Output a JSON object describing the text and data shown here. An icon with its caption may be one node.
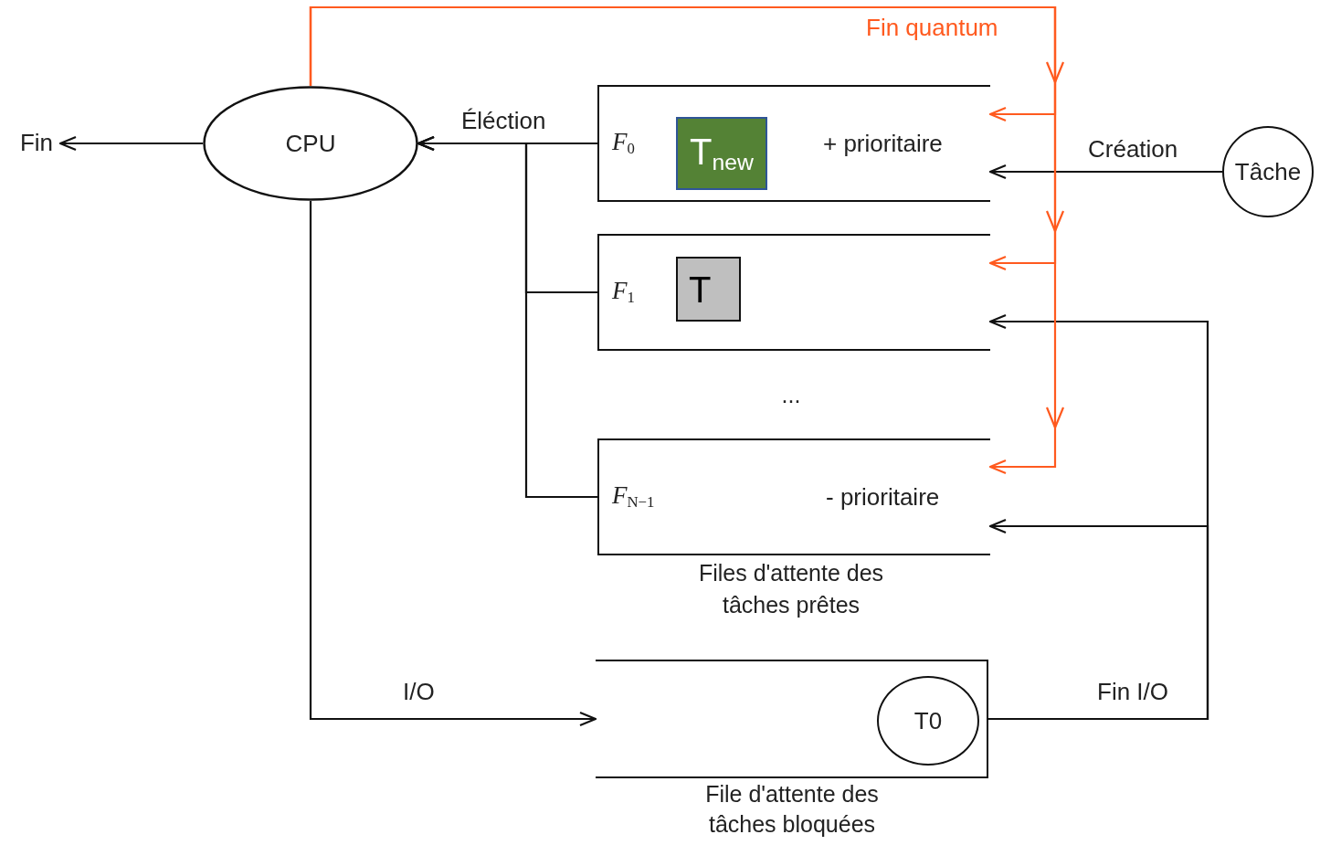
{
  "diagram": {
    "nodes": [
      {
        "text": [
          "CPU"
        ]
      },
      {
        "text": [
          "Fin"
        ]
      },
      {
        "text": [
          "*F*$_{0}$",
          "+ prioritaire"
        ]
      },
      {
        "text": [
          "T$_{new}$"
        ],
        "in": 2
      },
      {
        "text": [
          "*F*$_{1}$"
        ]
      },
      {
        "text": [
          "T"
        ],
        "in": 4
      },
      {
        "text": [
          "*F*$_{N−1}$",
          "- prioritaire"
        ]
      },
      {
        "text": [],
        "shape": "box",
        "beside": [
          "File d'attente des tâches bloquées"
        ]
      },
      {
        "text": [
          "T0"
        ],
        "in": 7
      },
      {
        "text": [
          "Tâche"
        ]
      }
    ],
    "edges": [
      {
        "from": 0,
        "to": 1,
        "arrow": "to"
      },
      {
        "from": 2,
        "to": 0,
        "arrow": "to",
        "label": "Éléction"
      },
      {
        "from": 4,
        "to": 0,
        "arrow": "to"
      },
      {
        "from": 6,
        "to": 0,
        "arrow": "to"
      },
      {
        "from": 0,
        "to": 7,
        "arrow": "to",
        "label": "I/O"
      },
      {
        "from": 7,
        "to": 4,
        "arrow": "to",
        "label": "Fin I/O"
      },
      {
        "from": 7,
        "to": 6,
        "arrow": "to"
      },
      {
        "from": 9,
        "to": 2,
        "arrow": "to",
        "label": "Création"
      },
      {
        "from": 0,
        "to": 2,
        "arrow": "to",
        "label": "Fin quantum",
        "color": "#ff5a1f"
      },
      {
        "from": 0,
        "to": 4,
        "arrow": "to",
        "color": "#ff5a1f"
      },
      {
        "from": 0,
        "to": 6,
        "arrow": "to",
        "color": "#ff5a1f"
      }
    ],
    "labels": [
      "...",
      "Files d'attente des tâches prêtes"
    ]
  }
}
